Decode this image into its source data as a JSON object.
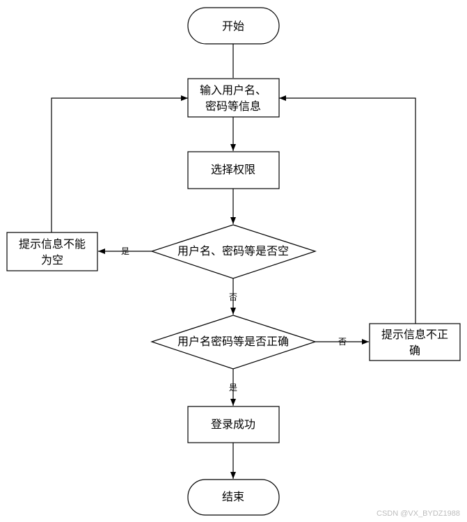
{
  "flowchart": {
    "nodes": {
      "start": "开始",
      "input_line1": "输入用户名、",
      "input_line2": "密码等信息",
      "select_permission": "选择权限",
      "check_empty": "用户名、密码等是否空",
      "empty_msg_line1": "提示信息不能",
      "empty_msg_line2": "为空",
      "check_correct": "用户名密码等是否正确",
      "incorrect_msg_line1": "提示信息不正",
      "incorrect_msg_line2": "确",
      "login_success": "登录成功",
      "end": "结束"
    },
    "edge_labels": {
      "empty_yes": "是",
      "empty_no": "否",
      "correct_no": "否",
      "correct_yes": "是"
    },
    "colors": {
      "stroke": "#000000",
      "fill": "#ffffff",
      "text": "#000000"
    }
  },
  "watermark": "CSDN @VX_BYDZ1988"
}
